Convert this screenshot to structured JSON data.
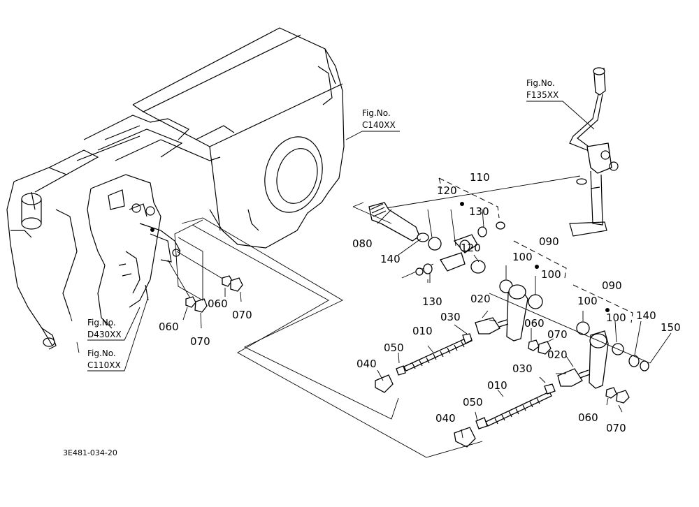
{
  "figure_code": "3E481-034-20",
  "references": [
    {
      "id": "ref-c140",
      "line1": "Fig.No.",
      "line2": "C140XX"
    },
    {
      "id": "ref-f135",
      "line1": "Fig.No.",
      "line2": "F135XX"
    },
    {
      "id": "ref-d430",
      "line1": "Fig.No.",
      "line2": "D430XX"
    },
    {
      "id": "ref-c110",
      "line1": "Fig.No.",
      "line2": "C110XX"
    }
  ],
  "parts": [
    {
      "no": "110"
    },
    {
      "no": "120"
    },
    {
      "no": "130"
    },
    {
      "no": "080"
    },
    {
      "no": "140"
    },
    {
      "no": "120"
    },
    {
      "no": "130"
    },
    {
      "no": "090"
    },
    {
      "no": "100"
    },
    {
      "no": "100"
    },
    {
      "no": "090"
    },
    {
      "no": "100"
    },
    {
      "no": "100"
    },
    {
      "no": "140"
    },
    {
      "no": "150"
    },
    {
      "no": "020"
    },
    {
      "no": "030"
    },
    {
      "no": "060"
    },
    {
      "no": "070"
    },
    {
      "no": "010"
    },
    {
      "no": "050"
    },
    {
      "no": "040"
    },
    {
      "no": "030"
    },
    {
      "no": "020"
    },
    {
      "no": "010"
    },
    {
      "no": "060"
    },
    {
      "no": "070"
    },
    {
      "no": "050"
    },
    {
      "no": "040"
    },
    {
      "no": "060"
    },
    {
      "no": "070"
    },
    {
      "no": "060"
    },
    {
      "no": "070"
    }
  ]
}
